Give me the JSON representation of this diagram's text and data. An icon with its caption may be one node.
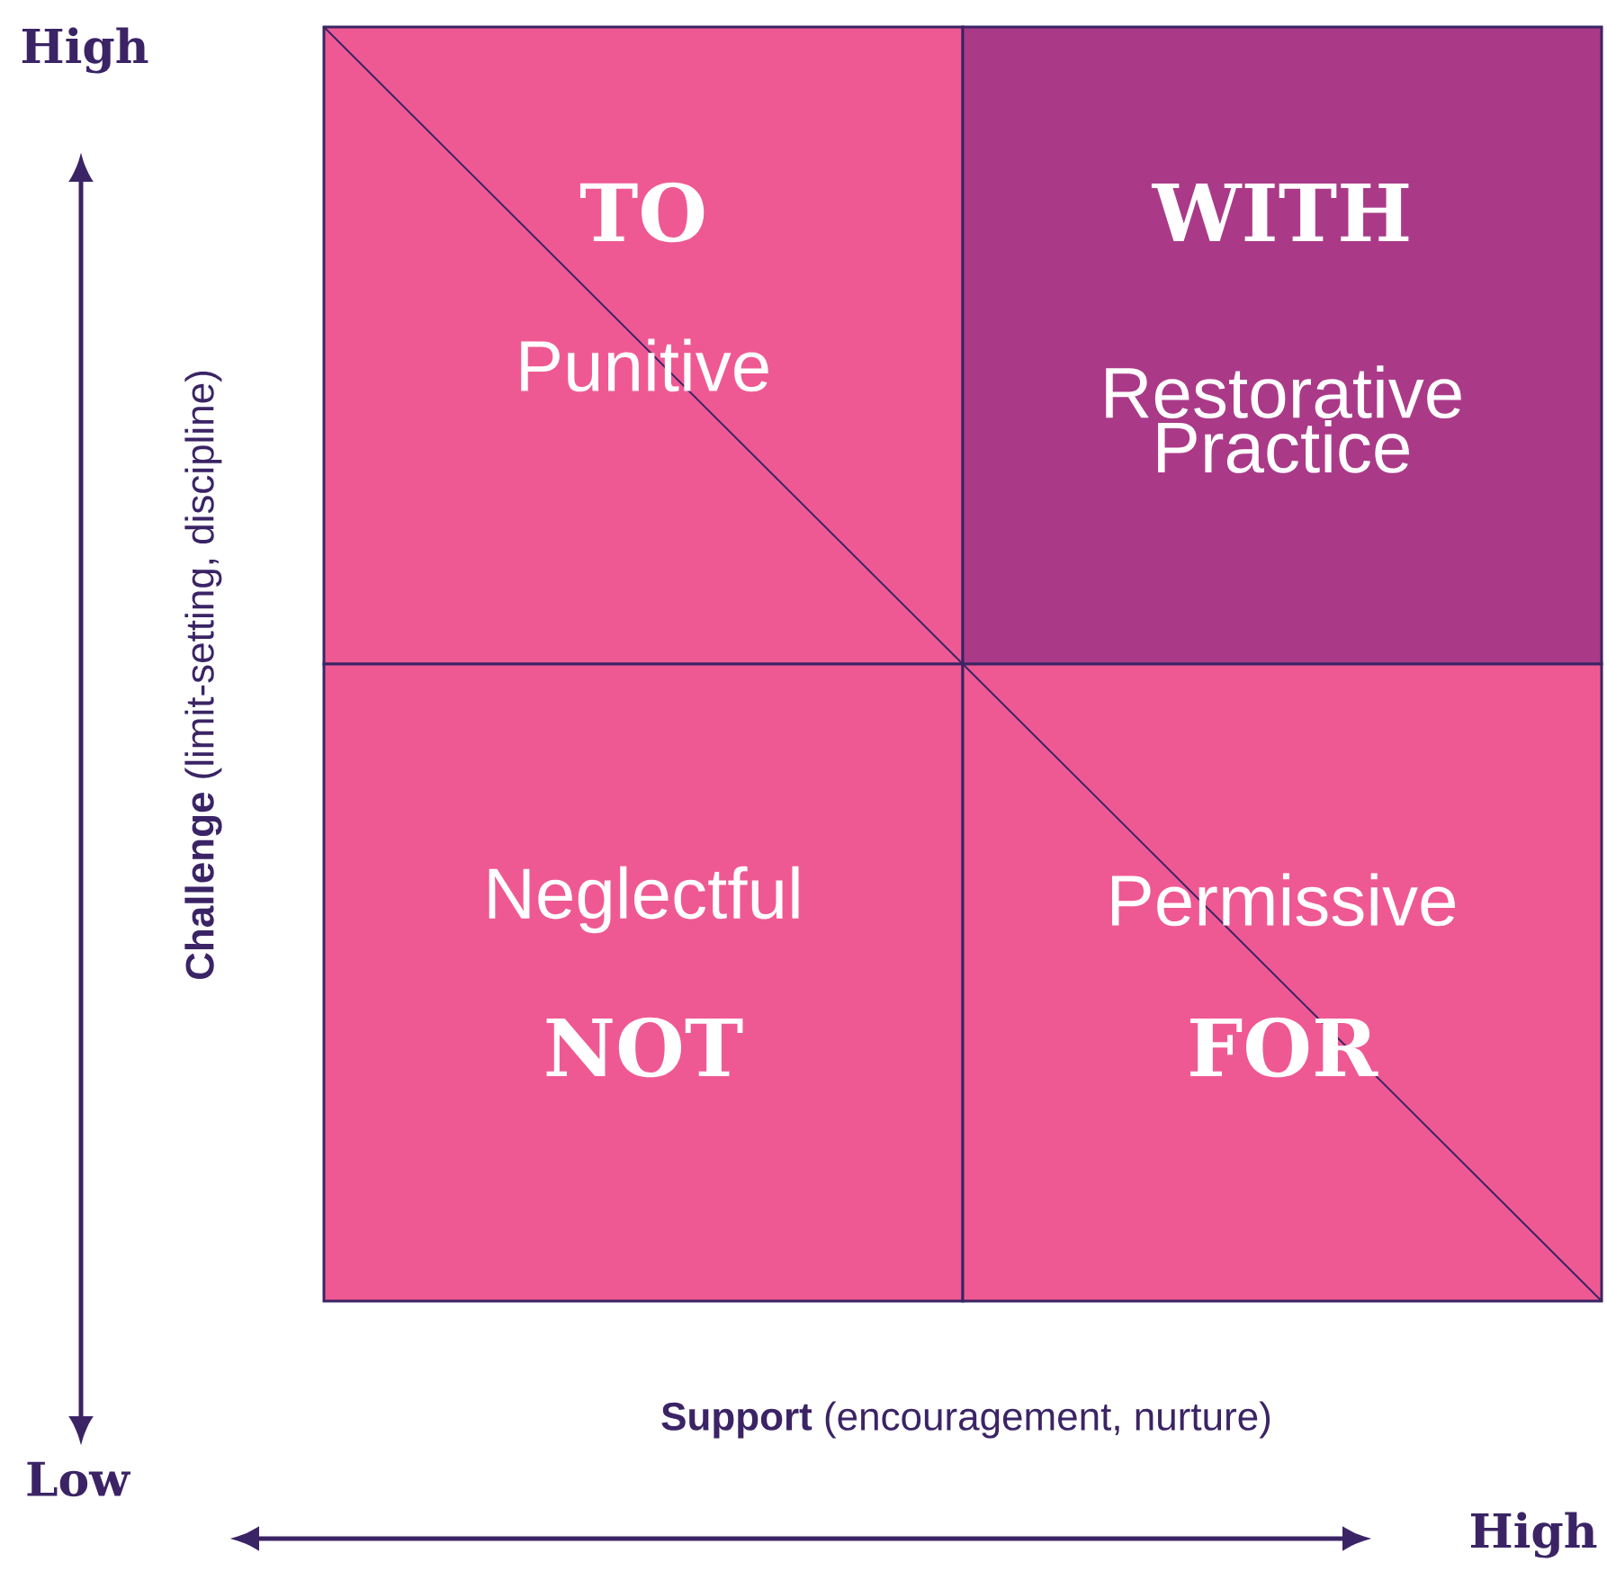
{
  "diagram": {
    "nodes": [
      {
        "text": [
          "TO",
          "Punitive"
        ]
      },
      {
        "text": [
          "WITH",
          "Restorative Practice"
        ]
      },
      {
        "text": [
          "Neglectful",
          "NOT"
        ]
      },
      {
        "text": [
          "Permissive",
          "FOR"
        ]
      }
    ],
    "labels": [
      "High",
      "**Challenge** (limit-setting, discipline)",
      "**Support** (encouragement, nurture)",
      "Low",
      "High"
    ]
  }
}
